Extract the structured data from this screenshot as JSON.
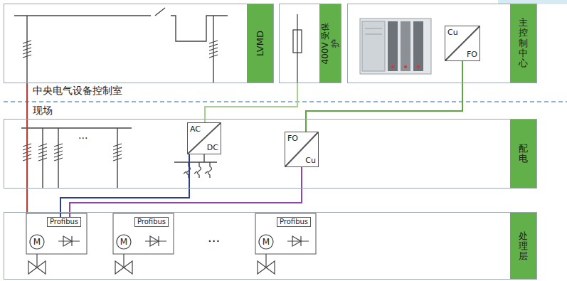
{
  "diagram": {
    "nodes": [
      {
        "text": [
          "LVMD"
        ]
      },
      {
        "text": [
          "400V 受保护"
        ]
      },
      {
        "text": [
          "主控制中心"
        ]
      },
      {
        "text": [
          "Cu",
          "FO"
        ],
        "in": 2
      },
      {
        "text": [
          "配电"
        ]
      },
      {
        "text": [
          "AC",
          "DC"
        ],
        "in": 4
      },
      {
        "text": [
          "FO",
          "Cu"
        ],
        "in": 4
      },
      {
        "text": [
          "处理层"
        ]
      },
      {
        "text": [
          "Profibus"
        ],
        "in": 7
      },
      {
        "text": [
          "Profibus"
        ],
        "in": 7
      },
      {
        "text": [
          "Profibus"
        ],
        "in": 7
      }
    ],
    "edges": [
      {
        "from": 1,
        "to": 5,
        "arrow": "none"
      },
      {
        "from": 3,
        "to": 6,
        "arrow": "none"
      },
      {
        "from": 6,
        "to": 8,
        "arrow": "none"
      },
      {
        "from": 5,
        "to": 8,
        "arrow": "none"
      }
    ],
    "labels": [
      "中央电气设备控制室",
      "现场",
      "···",
      "M",
      "M",
      "M",
      "···"
    ]
  }
}
